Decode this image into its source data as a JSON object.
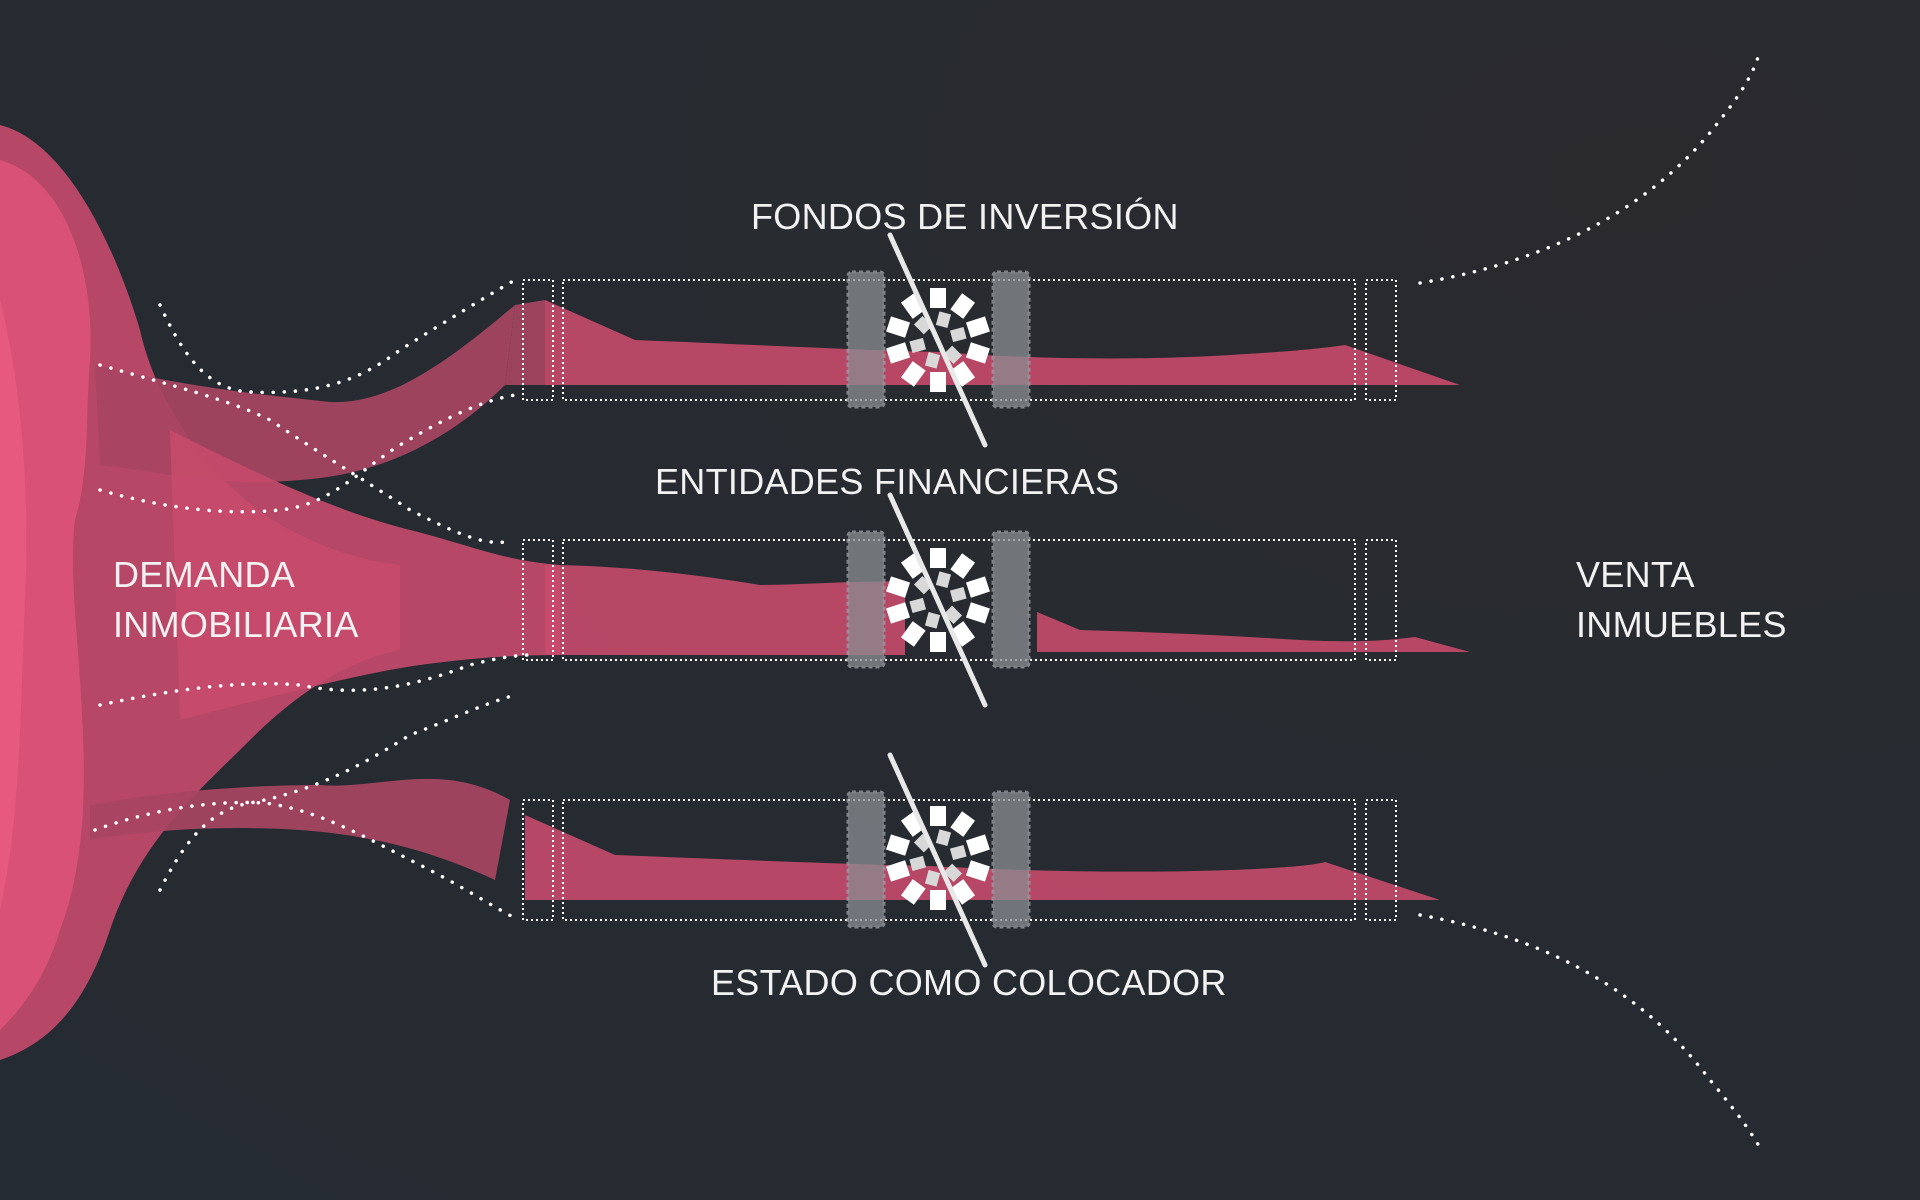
{
  "labels": {
    "demand_line1": "DEMANDA",
    "demand_line2": "INMOBILIARIA",
    "sale_line1": "VENTA",
    "sale_line2": "INMUEBLES",
    "channel_top": "FONDOS DE INVERSIÓN",
    "channel_middle": "ENTIDADES FINANCIERAS",
    "channel_bottom": "ESTADO COMO COLOCADOR"
  },
  "colors": {
    "background": "#262b32",
    "flow": "#e0547a",
    "flow_dark": "#a84562",
    "valve": "#7c7f85",
    "outline": "#ffffff"
  },
  "icons": [
    "dotted-outline",
    "valve-block",
    "gear-icon",
    "slash-line"
  ]
}
